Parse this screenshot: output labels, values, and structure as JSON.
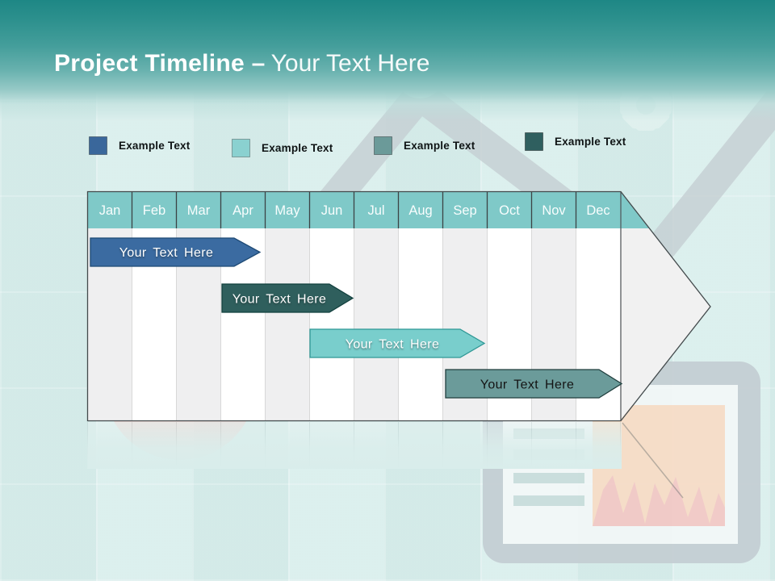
{
  "slide": {
    "title_bold": "Project Timeline –",
    "title_light": "Your Text Here"
  },
  "legend": {
    "items": [
      {
        "label": "Example Text",
        "color": "#3a679b"
      },
      {
        "label": "Example Text",
        "color": "#8ad1d0"
      },
      {
        "label": "Example Text",
        "color": "#6b9a99"
      },
      {
        "label": "Example Text",
        "color": "#2f5f5f"
      }
    ]
  },
  "timeline": {
    "header_color": "#7fc9c8",
    "months": [
      "Jan",
      "Feb",
      "Mar",
      "Apr",
      "May",
      "Jun",
      "Jul",
      "Aug",
      "Sep",
      "Oct",
      "Nov",
      "Dec"
    ],
    "bars": [
      {
        "label": "Your Text Here",
        "color": "#3b6ba1",
        "text_color": "#ffffff",
        "start": "Jan",
        "end": "Apr"
      },
      {
        "label": "Your Text Here",
        "color": "#2f5f5d",
        "text_color": "#ffffff",
        "start": "Apr",
        "end": "Jun"
      },
      {
        "label": "Your Text Here",
        "color": "#79cecc",
        "text_color": "#ffffff",
        "start": "Jun",
        "end": "Sep"
      },
      {
        "label": "Your Text Here",
        "color": "#6b9b9a",
        "text_color": "#141414",
        "start": "Sep",
        "end": "Dec"
      }
    ]
  },
  "chart_data": {
    "type": "bar",
    "subtype": "gantt-timeline",
    "title": "Project Timeline – Your Text Here",
    "categories": [
      "Jan",
      "Feb",
      "Mar",
      "Apr",
      "May",
      "Jun",
      "Jul",
      "Aug",
      "Sep",
      "Oct",
      "Nov",
      "Dec"
    ],
    "series": [
      {
        "label": "Your Text Here",
        "row": 1,
        "start_month": "Jan",
        "end_month": "Apr",
        "color": "#3b6ba1"
      },
      {
        "label": "Your Text Here",
        "row": 2,
        "start_month": "Apr",
        "end_month": "Jun",
        "color": "#2f5f5d"
      },
      {
        "label": "Your Text Here",
        "row": 3,
        "start_month": "Jun",
        "end_month": "Sep",
        "color": "#79cecc"
      },
      {
        "label": "Your Text Here",
        "row": 4,
        "start_month": "Sep",
        "end_month": "Dec",
        "color": "#6b9b9a"
      }
    ],
    "legend_entries": [
      "Example Text",
      "Example Text",
      "Example Text",
      "Example Text"
    ],
    "legend_position": "top",
    "grid": "vertical-month-columns"
  }
}
